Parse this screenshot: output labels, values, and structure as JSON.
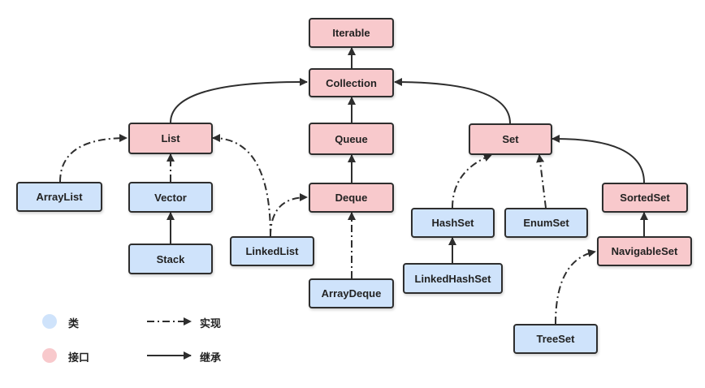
{
  "nodes": {
    "iterable": "Iterable",
    "collection": "Collection",
    "list": "List",
    "queue": "Queue",
    "set": "Set",
    "deque": "Deque",
    "sortedset": "SortedSet",
    "navigableset": "NavigableSet",
    "arraylist": "ArrayList",
    "vector": "Vector",
    "stack": "Stack",
    "linkedlist": "LinkedList",
    "arraydeque": "ArrayDeque",
    "hashset": "HashSet",
    "linkedhashset": "LinkedHashSet",
    "enumset": "EnumSet",
    "treeset": "TreeSet"
  },
  "legend": {
    "class_label": "类",
    "interface_label": "接口",
    "implements_label": "实现",
    "extends_label": "继承"
  },
  "colors": {
    "interface": "#f8c9cc",
    "class": "#cfe3fb",
    "line": "#2e2e2e"
  }
}
